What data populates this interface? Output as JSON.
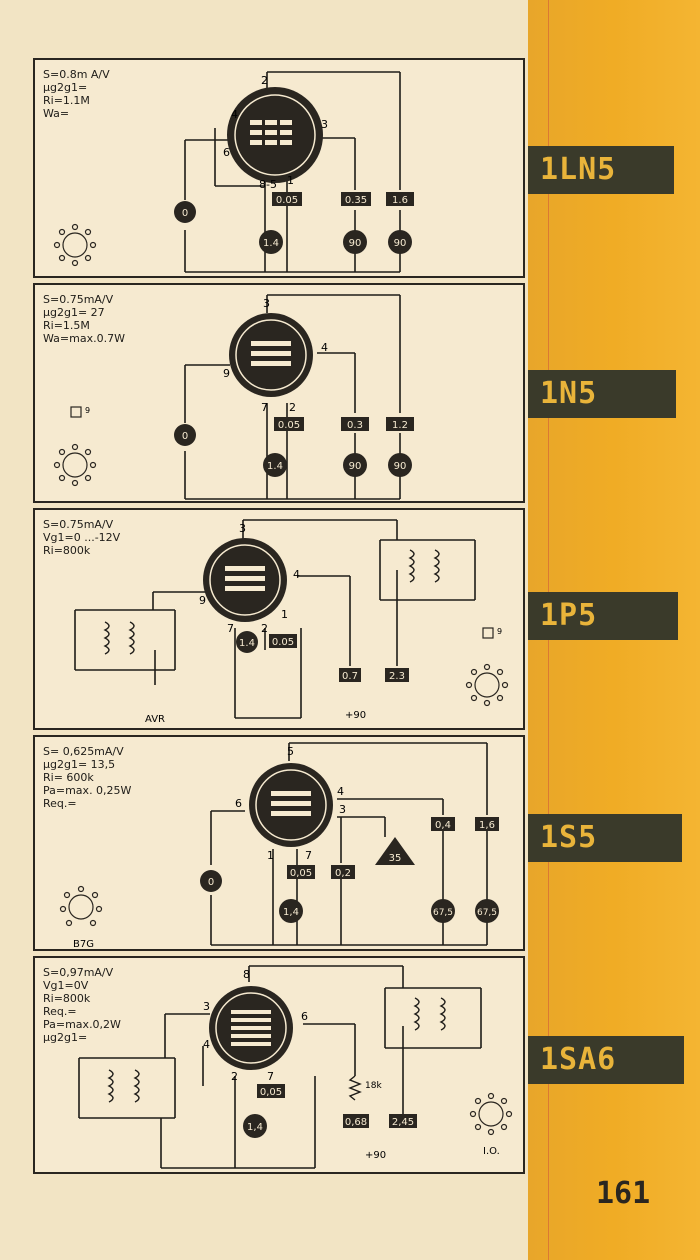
{
  "page_number": "161",
  "tubes": [
    {
      "name": "1LN5",
      "specs": [
        "S=0.8m A/V",
        "μg2g1=",
        "Ri=1.1M",
        "Wa="
      ],
      "pins": {
        "top": "2",
        "left": "4",
        "right": "3",
        "left2": "6",
        "bottom1": "8-5",
        "bottom2": "1"
      },
      "values": {
        "filament": "1.4",
        "heater_current": "0.05",
        "current_a": "0.35",
        "current_b": "1.6",
        "grid_bias": "0",
        "supply_a": "90",
        "supply_b": "90"
      }
    },
    {
      "name": "1N5",
      "specs": [
        "S=0.75mA/V",
        "μg2g1= 27",
        "Ri=1.5M",
        "Wa=max.0.7W"
      ],
      "pins": {
        "top": "3",
        "left": "9",
        "right": "4",
        "bottom1": "7",
        "bottom2": "2"
      },
      "values": {
        "filament": "1.4",
        "heater_current": "0.05",
        "current_a": "0.3",
        "current_b": "1.2",
        "grid_bias": "0",
        "supply_a": "90",
        "supply_b": "90"
      },
      "socket_note": "9"
    },
    {
      "name": "1P5",
      "specs": [
        "S=0.75mA/V",
        "Vg1=0 ...-12V",
        "Ri=800k"
      ],
      "pins": {
        "top": "3",
        "left": "9",
        "right": "4",
        "bottom1": "7",
        "bottom2": "2",
        "bottom3": "1"
      },
      "values": {
        "filament": "1.4",
        "heater_current": "0.05",
        "current_a": "0.7",
        "current_b": "2.3",
        "supply": "+90",
        "avr": "AVR"
      },
      "socket_note": "9"
    },
    {
      "name": "1S5",
      "specs": [
        "S= 0,625mA/V",
        "μg2g1= 13,5",
        "Ri= 600k",
        "Pa=max. 0,25W",
        "Req.="
      ],
      "pins": {
        "top": "5",
        "left": "6",
        "right": "4",
        "right2": "3",
        "bottom1": "1",
        "bottom2": "7"
      },
      "values": {
        "filament": "1,4",
        "heater_current": "0,05",
        "current_x": "0,2",
        "current_a": "0,4",
        "current_b": "1,6",
        "grid_bias": "0",
        "amp": "35",
        "supply_a": "67,5",
        "supply_b": "67,5"
      },
      "socket_base": "B7G"
    },
    {
      "name": "1SA6",
      "specs": [
        "S=0,97mA/V",
        "Vg1=0V",
        "Ri=800k",
        "Req.=",
        "Pa=max.0,2W",
        "μg2g1="
      ],
      "pins": {
        "top": "8",
        "left": "3",
        "left2": "4",
        "right": "6",
        "bottom1": "2",
        "bottom2": "7"
      },
      "values": {
        "filament": "1,4",
        "heater_current": "0,05",
        "resistor": "18k",
        "current_a": "0,68",
        "current_b": "2,45",
        "supply": "+90"
      },
      "socket_base": "I.O."
    }
  ]
}
